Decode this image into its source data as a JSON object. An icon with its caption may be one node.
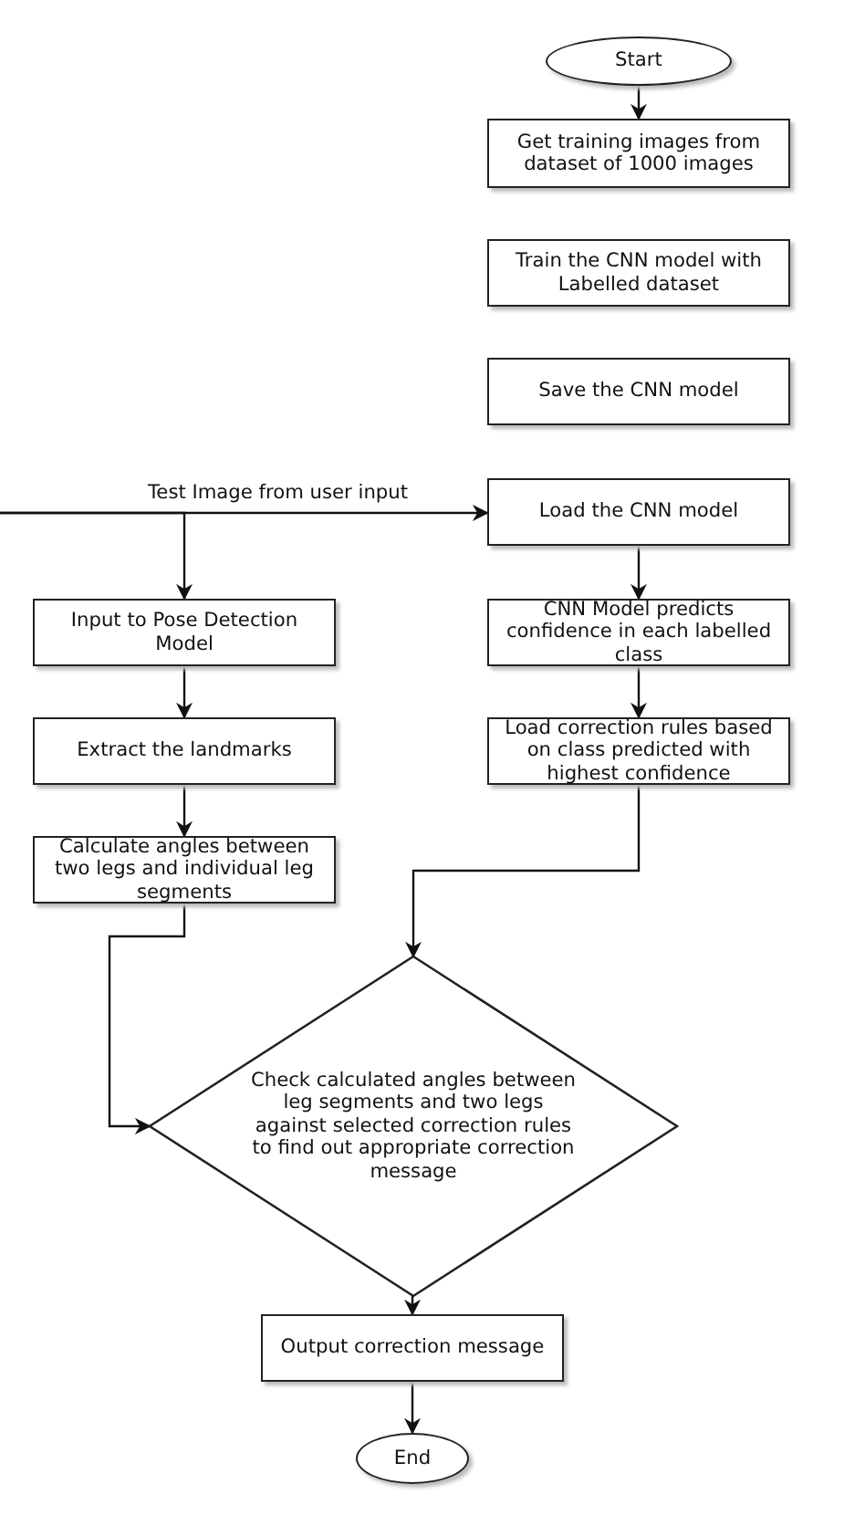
{
  "diagram": {
    "nodes": [
      {
        "text": [
          "Start"
        ]
      },
      {
        "text": [
          "Get training images from dataset of 1000 images"
        ]
      },
      {
        "text": [
          "Train the CNN model with Labelled dataset"
        ]
      },
      {
        "text": [
          "Save the CNN model"
        ]
      },
      {
        "text": [
          "Load the CNN model"
        ]
      },
      {
        "text": [
          "Input to Pose Detection Model"
        ]
      },
      {
        "text": [
          "CNN Model predicts confidence in each labelled class"
        ]
      },
      {
        "text": [
          "Extract the landmarks"
        ]
      },
      {
        "text": [
          "Load correction rules based on class predicted with highest confidence"
        ]
      },
      {
        "text": [
          "Calculate angles between two legs and individual leg segments"
        ]
      },
      {
        "text": [
          "Check calculated angles between leg segments and two legs against selected correction rules to find out appropriate correction message"
        ]
      },
      {
        "text": [
          "Output correction message"
        ]
      },
      {
        "text": [
          "End"
        ]
      }
    ],
    "edges": [
      {
        "from": 0,
        "to": 1,
        "arrow": "to"
      },
      {
        "from": null,
        "to": 4,
        "arrow": "to",
        "label": "Test Image from user input"
      },
      {
        "from": null,
        "to": 5,
        "arrow": "to"
      },
      {
        "from": 4,
        "to": 6,
        "arrow": "to"
      },
      {
        "from": 6,
        "to": 8,
        "arrow": "to"
      },
      {
        "from": 5,
        "to": 7,
        "arrow": "to"
      },
      {
        "from": 7,
        "to": 9,
        "arrow": "to"
      },
      {
        "from": 8,
        "to": 10,
        "arrow": "to"
      },
      {
        "from": 9,
        "to": 10,
        "arrow": "to"
      },
      {
        "from": 10,
        "to": 11,
        "arrow": "to"
      },
      {
        "from": 11,
        "to": 12,
        "arrow": "to"
      }
    ]
  }
}
